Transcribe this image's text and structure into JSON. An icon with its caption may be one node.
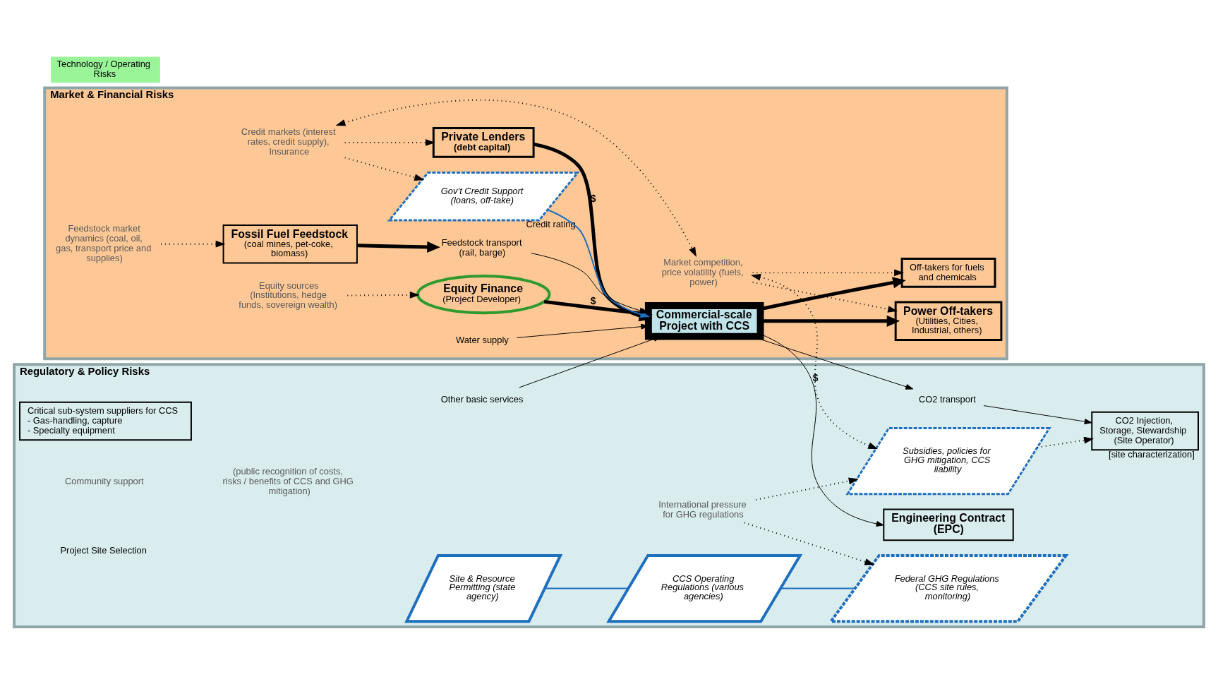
{
  "diagram": {
    "nodes": [
      {
        "text": [
          "Market & Financial Risks"
        ]
      },
      {
        "text": [
          "Feedstock market dynamics (coal, oil, gas, transport price and supplies)"
        ],
        "in": 0
      },
      {
        "text": [
          "Equity sources (Institutions, hedge funds, sovereign wealth)"
        ],
        "in": 0
      },
      {
        "text": [
          "Equity Finance",
          "(Project Developer)"
        ],
        "in": 0
      },
      {
        "text": [
          "Private Lenders",
          "(debt capital)"
        ],
        "in": 0
      },
      {
        "text": [
          "Credit markets (interest rates, credit supply), Insurance"
        ],
        "in": 0
      },
      {
        "text": [
          "Gov’t Credit Support (loans, off-take)"
        ],
        "beside": [
          "Credit rating"
        ],
        "in": 0
      },
      {
        "text": [
          "Fossil Fuel Feedstock",
          "(coal mines, pet-coke, biomass)"
        ],
        "in": 0
      },
      {
        "text": [
          "Feedstock transport (rail, barge)"
        ],
        "in": 0
      },
      {
        "text": [
          "Commercial-scale Project with CCS"
        ],
        "in": 0
      },
      {
        "text": [
          "Power Off-takers",
          "(Utilities, Cities, Industrial, others)"
        ],
        "in": 0
      },
      {
        "text": [
          "Water supply"
        ],
        "in": 0
      },
      {
        "text": [
          "Off-takers for fuels and chemicals"
        ],
        "in": 0
      },
      {
        "text": [
          "Market competition, price volatility (fuels, power)"
        ],
        "in": 0
      },
      {
        "text": [
          "Technology / Operating Risks"
        ]
      },
      {
        "text": [
          "Regulatory & Policy Risks"
        ]
      },
      {
        "text": [
          "Other basic services"
        ],
        "in": 15
      },
      {
        "text": [
          "Engineering Contract (EPC)"
        ],
        "in": 15
      },
      {
        "text": [
          "CO2 transport"
        ],
        "in": 15
      },
      {
        "text": [
          "Critical sub-system suppliers for CCS",
          "- Gas-handling, capture",
          "- Specialty equipment"
        ],
        "in": 15
      },
      {
        "text": [
          "CO2 Injection, Storage, Stewardship (Site Operator)"
        ],
        "beside": [
          "[site characterization]"
        ],
        "in": 15
      },
      {
        "text": [
          "Subsidies, policies for GHG mitigation, CCS liability"
        ],
        "in": 15
      },
      {
        "text": [
          "Site & Resource Permitting (state agency)"
        ],
        "in": 15
      },
      {
        "text": [
          "CCS Operating Regulations (various agencies)"
        ],
        "in": 15
      },
      {
        "text": [
          "Federal GHG Regulations (CCS site rules, monitoring)"
        ],
        "in": 15
      },
      {
        "text": [
          "International pressure for GHG regulations"
        ],
        "in": 15
      }
    ],
    "edges": [
      {
        "from": 1,
        "to": 7,
        "arrow": "to",
        "style": "dashed"
      },
      {
        "from": 2,
        "to": 3,
        "arrow": "to",
        "style": "dashed"
      },
      {
        "from": 3,
        "to": 9,
        "arrow": "to",
        "style": "thick",
        "label": "$"
      },
      {
        "from": 4,
        "to": 9,
        "arrow": "to",
        "style": "thick",
        "label": "$"
      },
      {
        "from": 6,
        "to": 9,
        "arrow": "to",
        "color": "#1f6fbf"
      },
      {
        "from": 5,
        "to": 4,
        "arrow": "to",
        "style": "dashed"
      },
      {
        "from": 5,
        "to": 6,
        "arrow": "to",
        "style": "dashed"
      },
      {
        "from": 5,
        "to": 13,
        "arrow": "both",
        "style": "dashed"
      },
      {
        "from": 7,
        "to": 8,
        "arrow": "to",
        "style": "thick"
      },
      {
        "from": 8,
        "to": 9,
        "arrow": "to"
      },
      {
        "from": 11,
        "to": 9,
        "arrow": "to"
      },
      {
        "from": 16,
        "to": 9,
        "arrow": "to"
      },
      {
        "from": 9,
        "to": 10,
        "arrow": "to",
        "style": "thick"
      },
      {
        "from": 9,
        "to": 12,
        "arrow": "to",
        "style": "thick"
      },
      {
        "from": 13,
        "to": 10,
        "arrow": "to",
        "style": "dashed"
      },
      {
        "from": 13,
        "to": 12,
        "arrow": "to",
        "style": "dashed"
      },
      {
        "from": 13,
        "to": 21,
        "arrow": "both",
        "style": "dashed"
      },
      {
        "from": 9,
        "to": 17,
        "arrow": "to",
        "label": "$"
      },
      {
        "from": 9,
        "to": 18,
        "arrow": "to"
      },
      {
        "from": 18,
        "to": 20,
        "arrow": "to"
      },
      {
        "from": 21,
        "to": 20,
        "arrow": "to",
        "style": "dashed"
      },
      {
        "from": 25,
        "to": 21,
        "arrow": "to",
        "style": "dashed"
      },
      {
        "from": 25,
        "to": 24,
        "arrow": "to",
        "style": "dashed"
      },
      {
        "from": 22,
        "to": 23,
        "arrow": "none",
        "color": "#1f6fbf"
      },
      {
        "from": 23,
        "to": 24,
        "arrow": "none",
        "color": "#1f6fbf"
      }
    ],
    "labels": [
      "Community support",
      "(public recognition of costs, risks / benefits of CCS and GHG mitigation)",
      "Project Site Selection"
    ]
  }
}
